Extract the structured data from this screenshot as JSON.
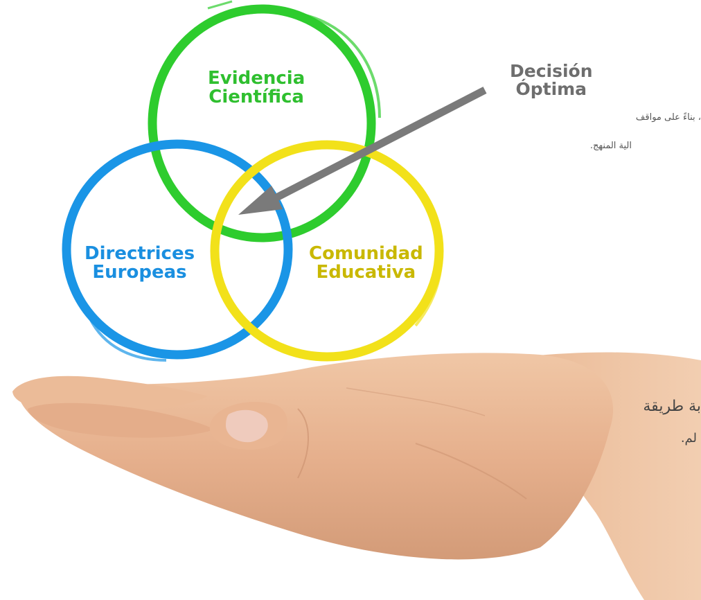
{
  "diagram": {
    "circles": [
      {
        "name": "evidencia",
        "color": "#2ecc2e",
        "lines": [
          "Evidencia",
          "Científica"
        ]
      },
      {
        "name": "directrices",
        "color": "#1a95e6",
        "lines": [
          "Directrices",
          "Europeas"
        ]
      },
      {
        "name": "comunidad",
        "color": "#f2e11a",
        "lines": [
          "Comunidad",
          "Educativa"
        ]
      }
    ],
    "label_colors": {
      "green": "#2fbf2f",
      "blue": "#1a8fe0",
      "yellow": "#c9b800",
      "dark": "#6e6e6e"
    },
    "decision": {
      "lines": [
        "Decisión",
        "Óptima"
      ],
      "arrow_color": "#7a7a7a"
    }
  },
  "arabic_text": {
    "small_line_1": "، بناءً على مواقف",
    "small_line_2": "الية المنهج.",
    "large_line_1": "بة طريقة",
    "large_line_2": "لم."
  },
  "hand": {
    "skin_color": "#e8b896",
    "shadow_color": "#c98f6e",
    "nail_color": "#e9c6b8"
  }
}
